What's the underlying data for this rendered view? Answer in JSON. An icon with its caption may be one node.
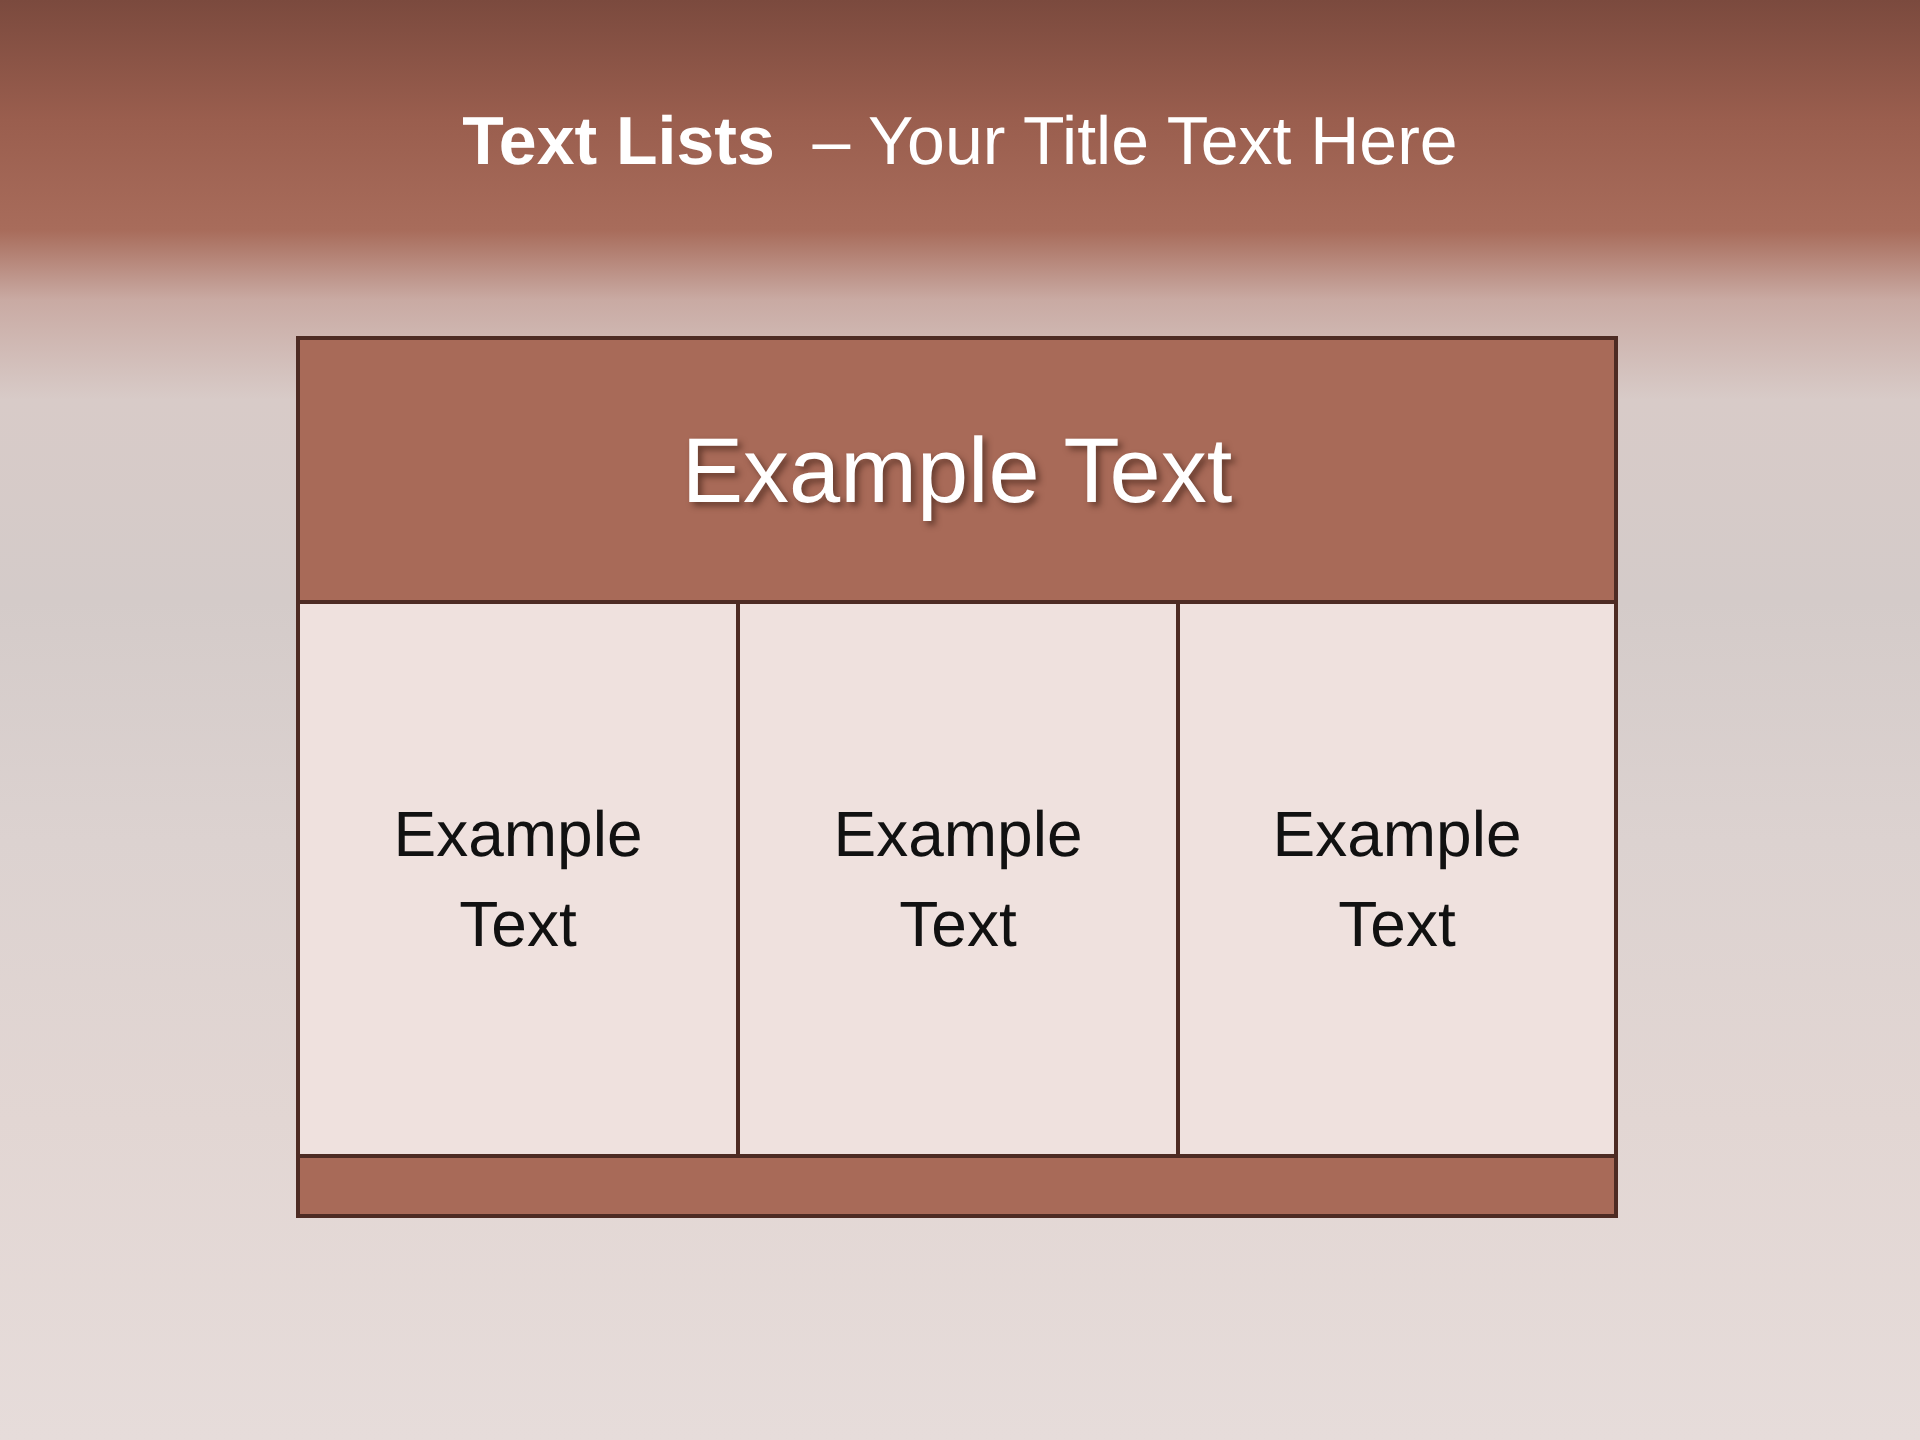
{
  "diagram": {
    "title": "**Text Lists**  – Your Title Text Here",
    "nodes": [
      {
        "text": [
          "Example Text"
        ]
      },
      {
        "text": [
          "Example Text"
        ]
      },
      {
        "text": [
          "Example Text"
        ]
      },
      {
        "text": [
          "Example Text"
        ]
      },
      {
        "text": [],
        "shape": "bar"
      }
    ],
    "edges": []
  }
}
